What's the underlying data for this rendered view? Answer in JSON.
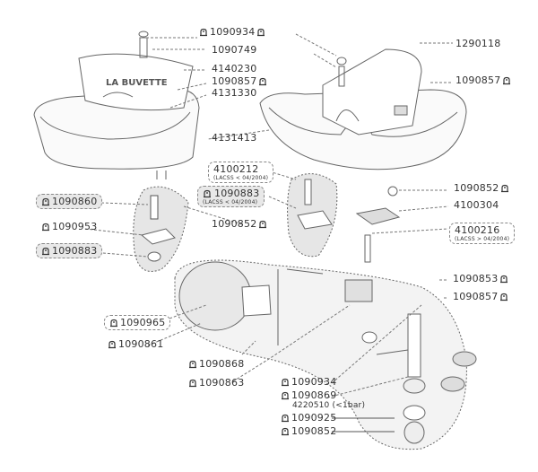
{
  "product_name": "LA BUVETTE",
  "labels": {
    "p1090934_top": "1090934",
    "p1090749": "1090749",
    "p4140230": "4140230",
    "p1090857_a": "1090857",
    "p4131330": "4131330",
    "p1290118": "1290118",
    "p1090857_b": "1090857",
    "p4131413": "4131413",
    "p4100212": "4100212",
    "p4100212_note": "(LACSS < 04/2004)",
    "p1090883_mid": "1090883",
    "p1090883_mid_note": "(LACSS < 04/2004)",
    "p1090852_mid": "1090852",
    "p1090852_right": "1090852",
    "p4100304": "4100304",
    "p4100216": "4100216",
    "p4100216_note": "(LACSS > 04/2004)",
    "p1090860": "1090860",
    "p1090953": "1090953",
    "p1090883_left": "1090883",
    "p1090853": "1090853",
    "p1090857_c": "1090857",
    "p1090965": "1090965",
    "p1090861": "1090861",
    "p1090868": "1090868",
    "p1090863": "1090863",
    "p1090934_bottom": "1090934",
    "p1090869": "1090869",
    "p4220510": "4220510 (<1bar)",
    "p1090925": "1090925",
    "p1090852_bottom": "1090852"
  },
  "icon": "spare-part-icon",
  "colors": {
    "line": "#555555",
    "shade": "#e6e6e6",
    "text": "#333333"
  }
}
